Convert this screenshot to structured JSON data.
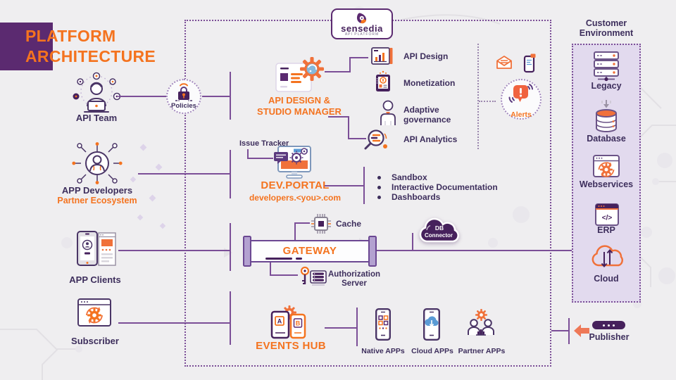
{
  "title": {
    "line1": "PLATFORM",
    "line2": "ARCHITECTURE"
  },
  "logo": {
    "name": "sensedia",
    "subtitle": "API PLATFORM"
  },
  "actors": {
    "api_team": "API Team",
    "app_developers": "APP Developers",
    "partner_ecosystem": "Partner Ecosystem",
    "app_clients": "APP Clients",
    "subscriber": "Subscriber"
  },
  "policies": {
    "label": "Policies"
  },
  "alerts": {
    "label": "Alerts"
  },
  "studio": {
    "title_line1": "API DESIGN &",
    "title_line2": "STUDIO MANAGER",
    "features": [
      "API Design",
      "Monetization",
      "Adaptive governance",
      "API Analytics"
    ]
  },
  "devportal": {
    "issue_tracker": "Issue Tracker",
    "title": "DEV.PORTAL",
    "url": "developers.<you>.com",
    "bullets": [
      "Sandbox",
      "Interactive Documentation",
      "Dashboards"
    ]
  },
  "gateway": {
    "title": "GATEWAY",
    "cache": "Cache",
    "auth_line1": "Authorization",
    "auth_line2": "Server",
    "db_line1": "DB",
    "db_line2": "Connector"
  },
  "events": {
    "title": "EVENTS HUB",
    "phone_a": "A",
    "phone_b": "B",
    "apps": [
      "Native APPs",
      "Cloud APPs",
      "Partner APPs"
    ]
  },
  "customer_env": {
    "title_line1": "Customer",
    "title_line2": "Environment",
    "items": [
      "Legacy",
      "Database",
      "Webservices",
      "ERP",
      "Cloud"
    ],
    "erp_glyph": "</>"
  },
  "publisher": {
    "label": "Publisher"
  },
  "colors": {
    "orange": "#F4731F",
    "purple_dark": "#5B2A70",
    "purple_line": "#7B4E97",
    "ink": "#3D2E5C",
    "panel": "#E2DAEE",
    "db_cloud": "#46215C",
    "arrow": "#EE7857"
  }
}
